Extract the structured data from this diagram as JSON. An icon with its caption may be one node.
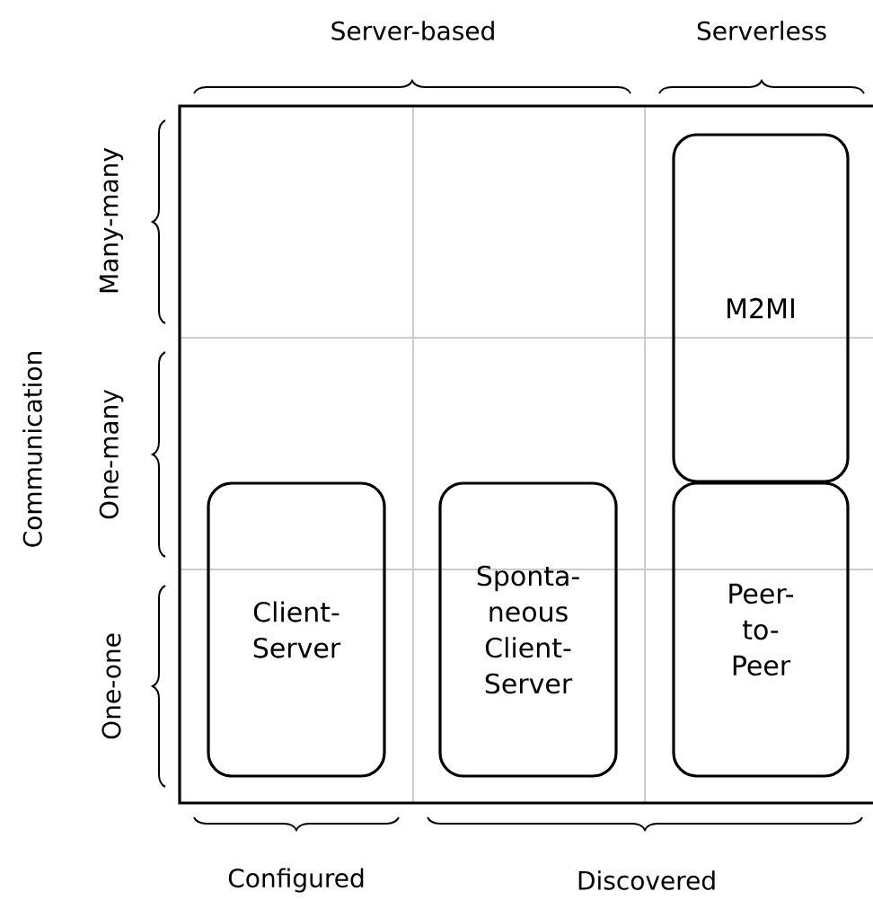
{
  "diagram": {
    "nodes": [
      {
        "text": [
          "Client- Server"
        ]
      },
      {
        "text": [
          "Sponta- neous Client- Server"
        ]
      },
      {
        "text": [
          "Peer- to- Peer"
        ]
      },
      {
        "text": [
          "M2MI"
        ]
      }
    ],
    "labels": [
      "Server-based",
      "Serverless",
      "Communication",
      "Many-many",
      "One-many",
      "One-one",
      "Configured",
      "Discovered"
    ]
  }
}
